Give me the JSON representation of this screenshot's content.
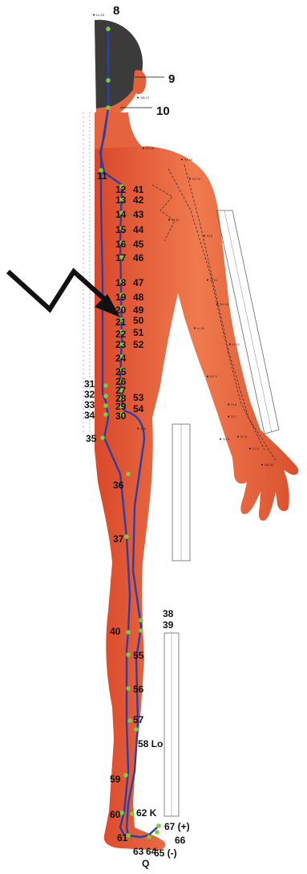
{
  "diagram": {
    "meridian_color": "#2c3fa3",
    "point_color": "#7ccf3a",
    "skin_color": "#e9603a",
    "hair_color": "#3b3b3b",
    "point_labels": [
      "8",
      "9",
      "10",
      "11",
      "12",
      "13",
      "14",
      "15",
      "16",
      "17",
      "18",
      "19",
      "20",
      "21",
      "22",
      "23",
      "24",
      "25",
      "26",
      "27",
      "28",
      "29",
      "30",
      "31",
      "32",
      "33",
      "34",
      "35",
      "36",
      "37",
      "38",
      "39",
      "40",
      "41",
      "42",
      "43",
      "44",
      "45",
      "46",
      "47",
      "48",
      "49",
      "50",
      "51",
      "52",
      "53",
      "54",
      "55",
      "56",
      "57",
      "58 Lo",
      "59",
      "60",
      "61",
      "62 K",
      "63",
      "64",
      "65 (-)",
      "66",
      "67 (+)",
      "Q"
    ],
    "tiny_marks": [
      "Lu 20",
      "GB 17",
      "SJ 15",
      "SJ 14",
      "SJ 13",
      "SI 10",
      "SI 9",
      "SI 11",
      "DU 14",
      "Li 15",
      "Li 14",
      "HT 3",
      "SI 8",
      "SI 7",
      "SJ 5",
      "SJ 4",
      "SI 5",
      "SJ 3",
      "GB 30"
    ]
  }
}
